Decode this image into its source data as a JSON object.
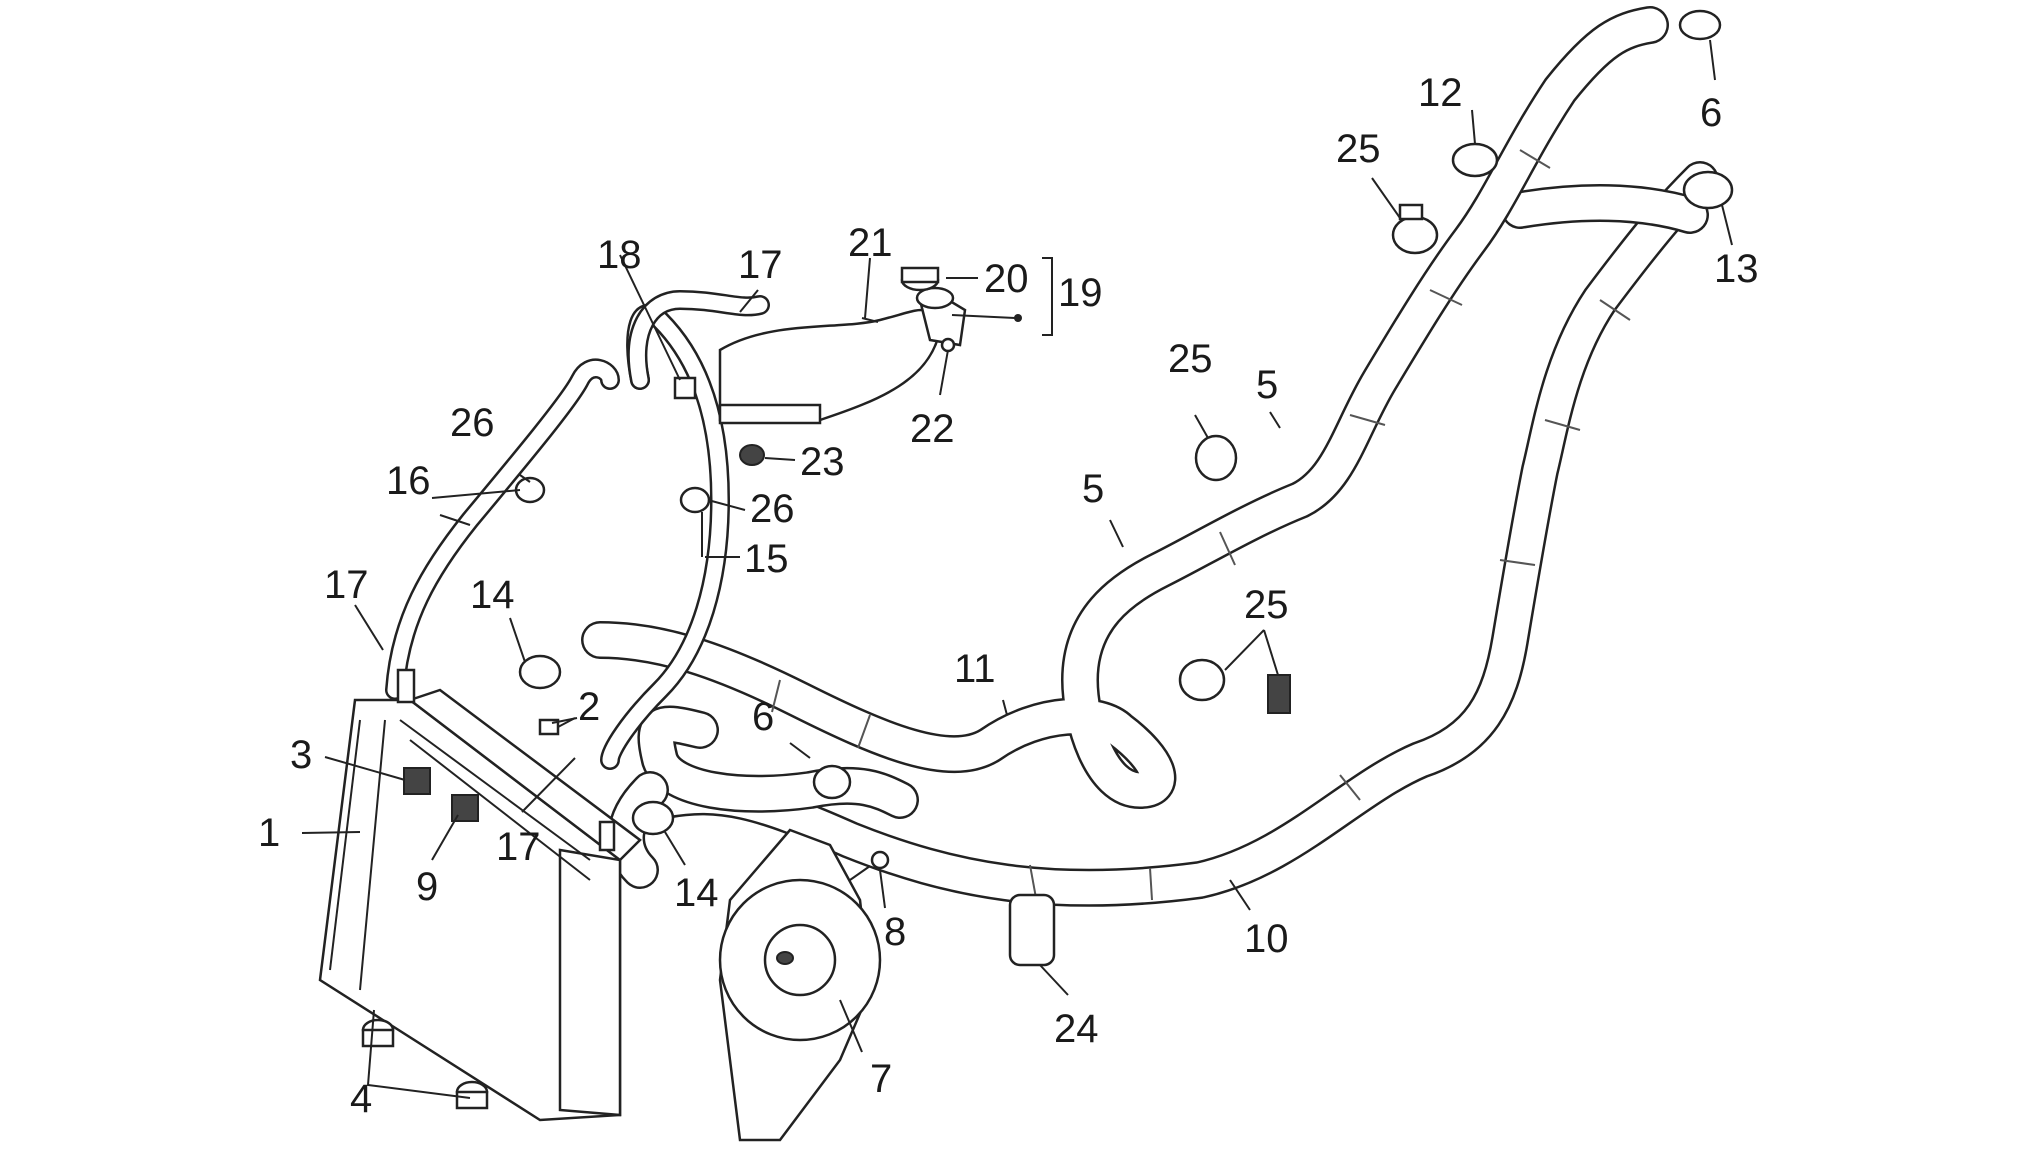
{
  "diagram": {
    "labels": [
      {
        "id": "1",
        "text": "1"
      },
      {
        "id": "2",
        "text": "2"
      },
      {
        "id": "3",
        "text": "3"
      },
      {
        "id": "4",
        "text": "4"
      },
      {
        "id": "5a",
        "text": "5"
      },
      {
        "id": "5b",
        "text": "5"
      },
      {
        "id": "6a",
        "text": "6"
      },
      {
        "id": "6b",
        "text": "6"
      },
      {
        "id": "7",
        "text": "7"
      },
      {
        "id": "8",
        "text": "8"
      },
      {
        "id": "9",
        "text": "9"
      },
      {
        "id": "10",
        "text": "10"
      },
      {
        "id": "11",
        "text": "11"
      },
      {
        "id": "12",
        "text": "12"
      },
      {
        "id": "13",
        "text": "13"
      },
      {
        "id": "14a",
        "text": "14"
      },
      {
        "id": "14b",
        "text": "14"
      },
      {
        "id": "15",
        "text": "15"
      },
      {
        "id": "16",
        "text": "16"
      },
      {
        "id": "17a",
        "text": "17"
      },
      {
        "id": "17b",
        "text": "17"
      },
      {
        "id": "17c",
        "text": "17"
      },
      {
        "id": "18",
        "text": "18"
      },
      {
        "id": "19",
        "text": "19"
      },
      {
        "id": "20",
        "text": "20"
      },
      {
        "id": "21",
        "text": "21"
      },
      {
        "id": "22",
        "text": "22"
      },
      {
        "id": "23",
        "text": "23"
      },
      {
        "id": "24",
        "text": "24"
      },
      {
        "id": "25a",
        "text": "25"
      },
      {
        "id": "25b",
        "text": "25"
      },
      {
        "id": "25c",
        "text": "25"
      },
      {
        "id": "26a",
        "text": "26"
      },
      {
        "id": "26b",
        "text": "26"
      }
    ]
  }
}
